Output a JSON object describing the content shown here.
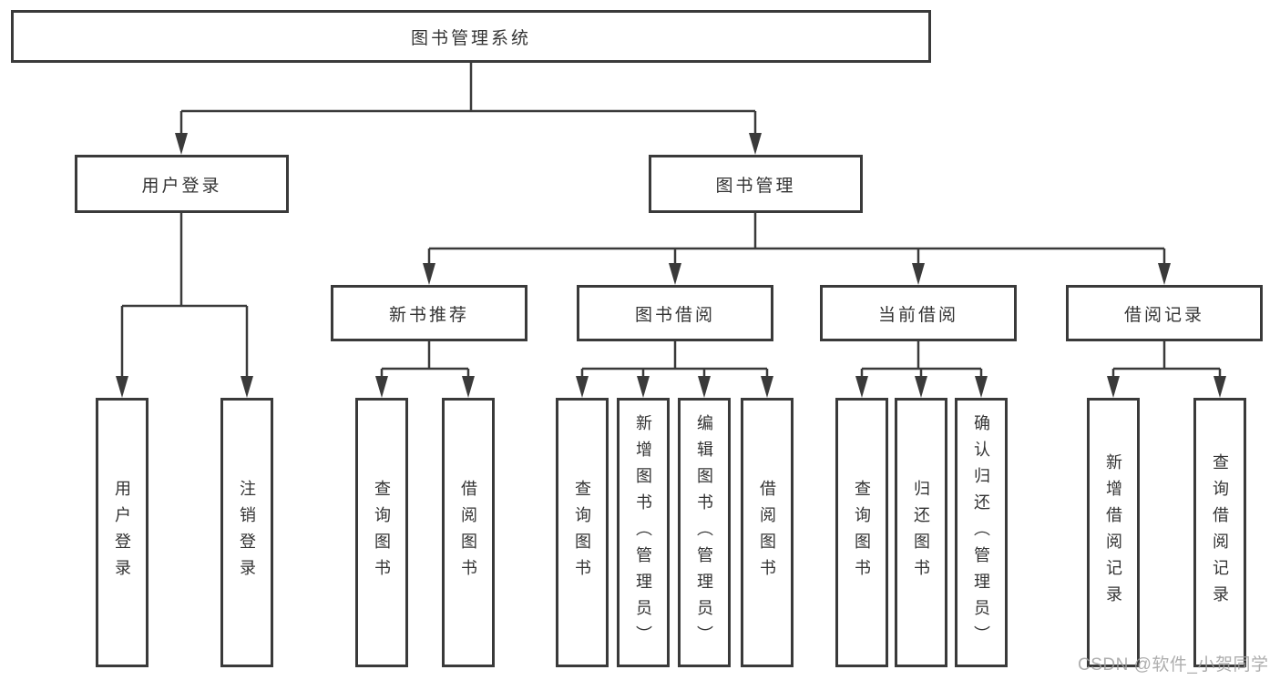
{
  "tree": {
    "root": {
      "label": "图书管理系统"
    },
    "branches": [
      {
        "label": "用户登录",
        "leaves": [
          {
            "label": "用户登录"
          },
          {
            "label": "注销登录"
          }
        ]
      },
      {
        "label": "图书管理",
        "groups": [
          {
            "label": "新书推荐",
            "leaves": [
              {
                "label": "查询图书"
              },
              {
                "label": "借阅图书"
              }
            ]
          },
          {
            "label": "图书借阅",
            "leaves": [
              {
                "label": "查询图书"
              },
              {
                "label": "新增图书（管理员）"
              },
              {
                "label": "编辑图书（管理员）"
              },
              {
                "label": "借阅图书"
              }
            ]
          },
          {
            "label": "当前借阅",
            "leaves": [
              {
                "label": "查询图书"
              },
              {
                "label": "归还图书"
              },
              {
                "label": "确认归还（管理员）"
              }
            ]
          },
          {
            "label": "借阅记录",
            "leaves": [
              {
                "label": "新增借阅记录"
              },
              {
                "label": "查询借阅记录"
              }
            ]
          }
        ]
      }
    ]
  },
  "watermark": {
    "text": "CSDN @软件_小贺同学"
  },
  "colors": {
    "line": "#3a3a3a",
    "box_border": "#3a3a3a",
    "text": "#333333",
    "background": "#ffffff",
    "watermark": "#a0a0a0"
  }
}
